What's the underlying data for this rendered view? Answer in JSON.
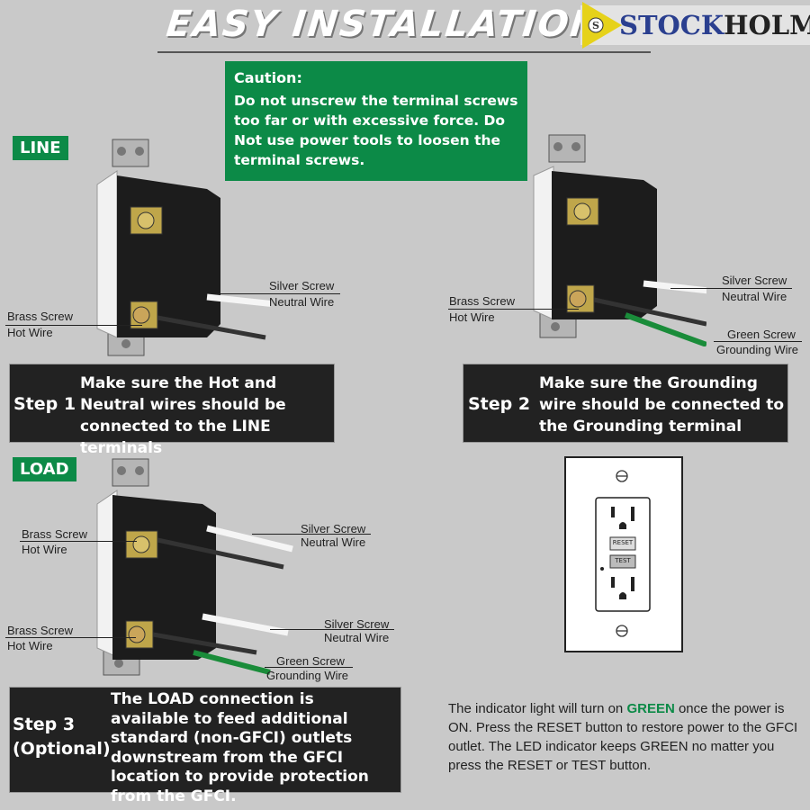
{
  "header": {
    "title": "EASY INSTALLATION",
    "brand_first": "STOCK",
    "brand_second": "HOLM",
    "brand_badge": "S"
  },
  "caution": {
    "heading": "Caution:",
    "text": "Do not unscrew the terminal screws too far or with excessive force. Do Not use power tools to loosen the terminal screws."
  },
  "line_section": {
    "tag": "LINE",
    "silver_screw": "Silver Screw",
    "neutral_wire": "Neutral Wire",
    "brass_screw": "Brass Screw",
    "hot_wire": "Hot Wire"
  },
  "ground_section": {
    "silver_screw": "Silver Screw",
    "neutral_wire": "Neutral Wire",
    "brass_screw": "Brass Screw",
    "hot_wire": "Hot Wire",
    "green_screw": "Green Screw",
    "grounding_wire": "Grounding Wire"
  },
  "load_section": {
    "tag": "LOAD",
    "brass_screw_top": "Brass Screw",
    "hot_wire_top": "Hot Wire",
    "silver_screw_top": "Silver Screw",
    "neutral_wire_top": "Neutral Wire",
    "brass_screw_bottom": "Brass Screw",
    "hot_wire_bottom": "Hot Wire",
    "silver_screw_bottom": "Silver Screw",
    "neutral_wire_bottom": "Neutral Wire",
    "green_screw": "Green Screw",
    "grounding_wire": "Grounding Wire"
  },
  "steps": {
    "step1_label": "Step 1",
    "step1_text": "Make sure the Hot and Neutral wires should be connected to the LINE terminals",
    "step2_label": "Step 2",
    "step2_text": "Make sure the Grounding wire should be connected to the Grounding terminal",
    "step3_label_line1": "Step 3",
    "step3_label_line2": "(Optional)",
    "step3_text": "The LOAD connection is available to feed additional standard (non-GFCI) outlets downstream from the GFCI location to provide protection from the GFCI."
  },
  "outlet": {
    "reset_label": "RESET",
    "test_label": "TEST"
  },
  "info": {
    "part1": "The indicator light will turn on ",
    "green_word": "GREEN",
    "part2": " once the power is ON. Press the RESET button to restore power to the GFCI outlet. The LED indicator keeps GREEN no matter you press the RESET or TEST button."
  },
  "colors": {
    "accent_green": "#0c8a47",
    "step_box": "#222222",
    "background": "#c9c9c9",
    "brand_blue": "#2a3f8f"
  }
}
